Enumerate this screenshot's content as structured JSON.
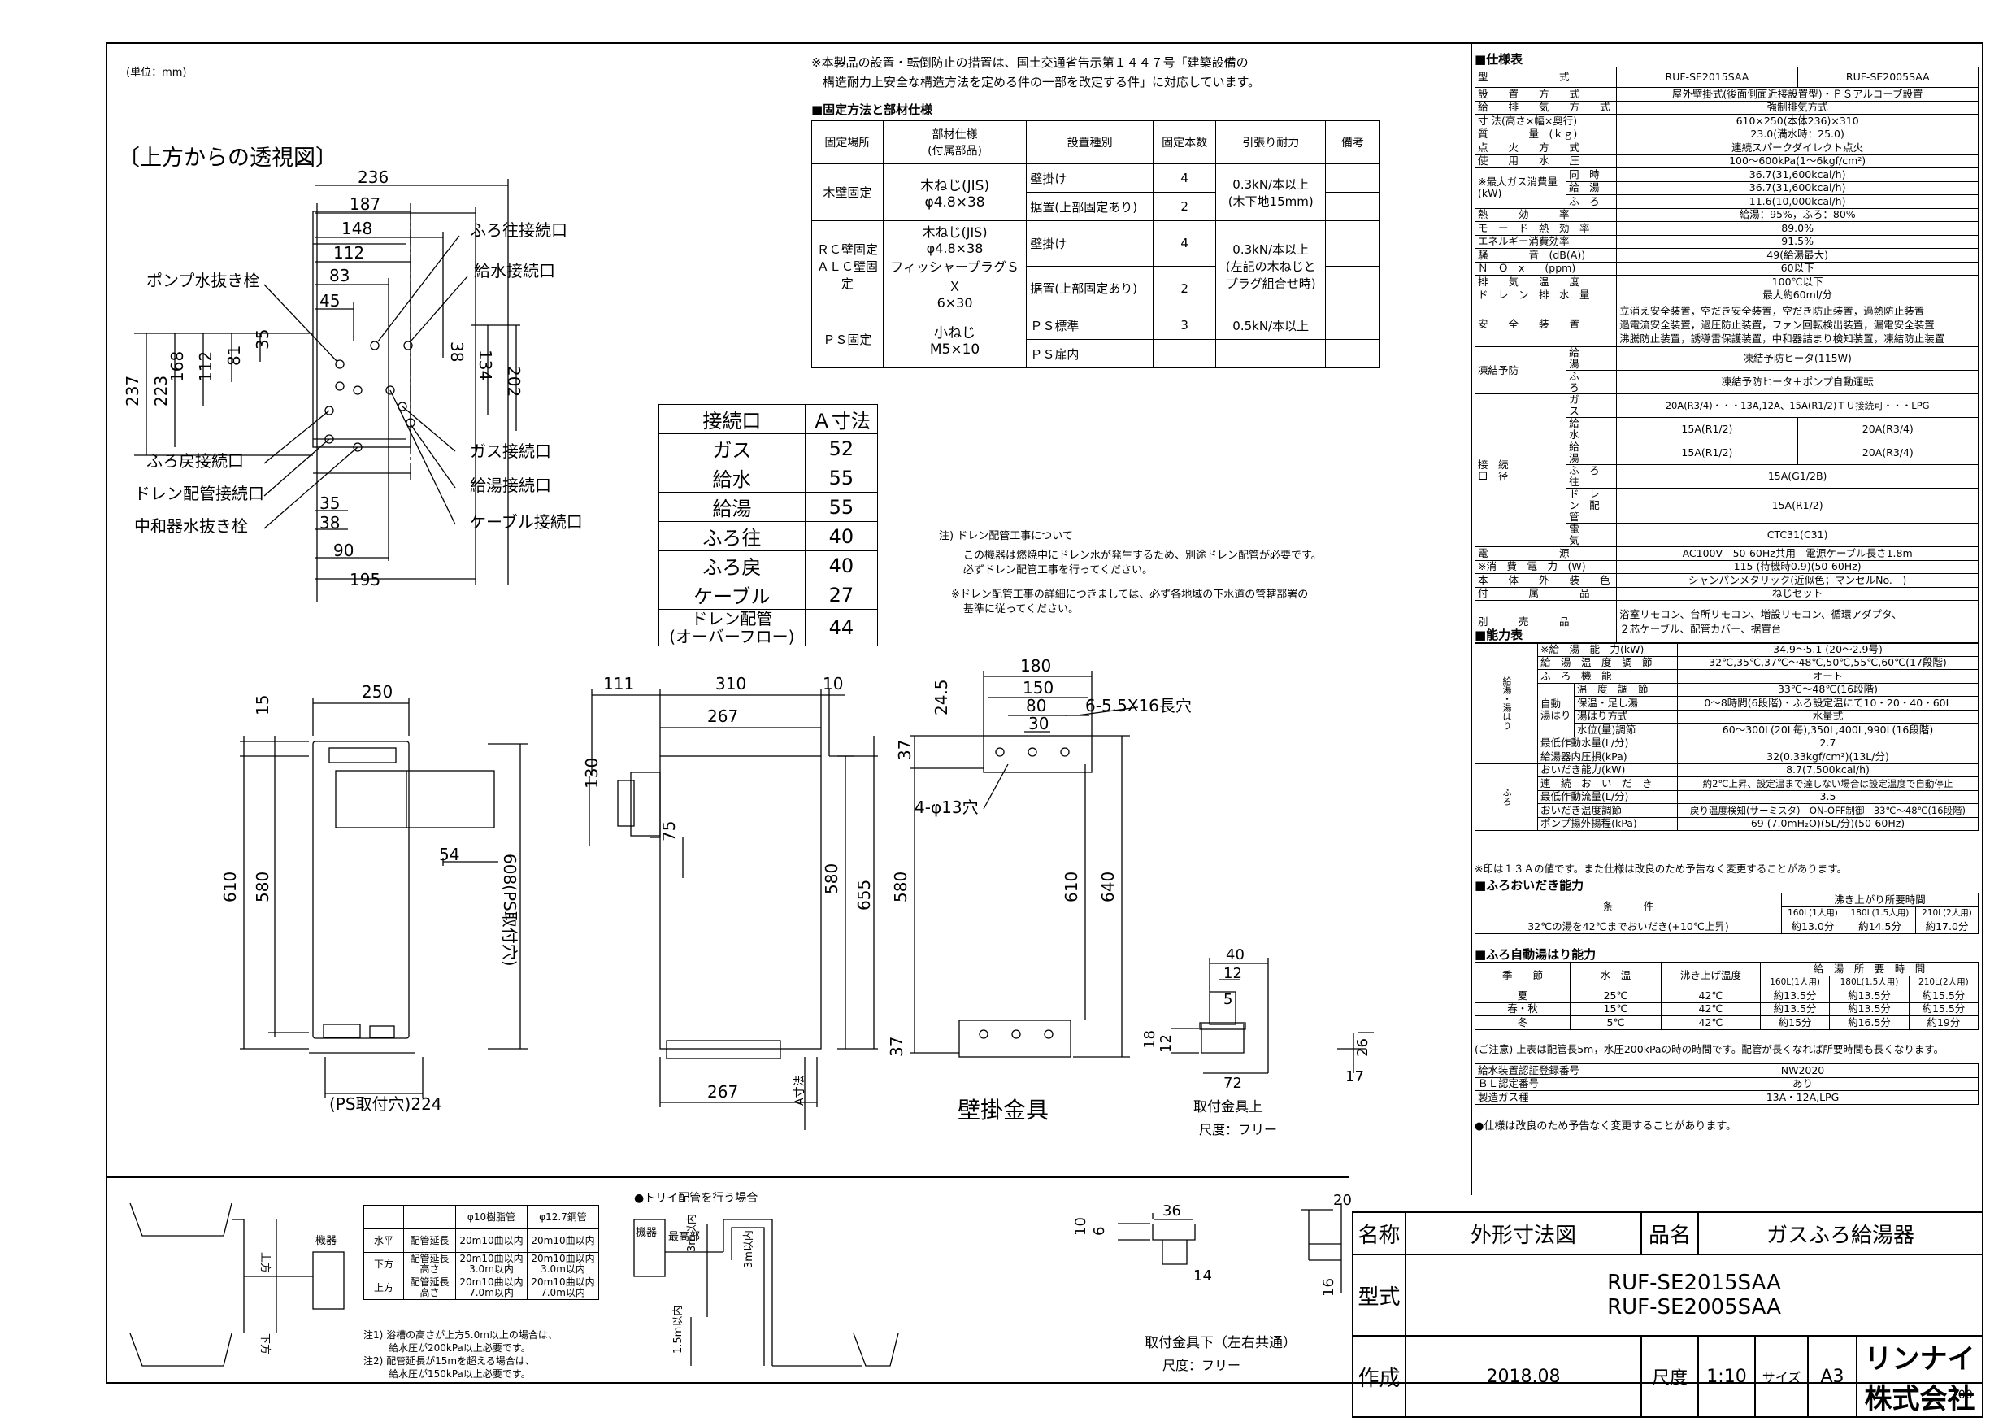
{
  "unit_note": "(単位：mm)",
  "view_label": "〔上方からの透視図〕",
  "top_note": [
    "※本製品の設置・転倒防止の措置は、国土交通省告示第１４４７号「建築設備の",
    "構造耐力上安全な構造方法を定める件の一部を改定する件」に対応しています。"
  ],
  "fixing_title": "■固定方法と部材仕様",
  "fixing_headers": [
    "固定場所",
    "部材仕様\n(付属部品)",
    "設置種別",
    "固定本数",
    "引張り耐力",
    "備考"
  ],
  "fixing_rows": [
    {
      "place": "木壁固定",
      "member": "木ねじ(JIS)\nφ4.8×38",
      "type": "壁掛け",
      "count": "4",
      "force": "0.3kN/本以上\n(木下地15mm)"
    },
    {
      "place": "",
      "member": "",
      "type": "据置(上部固定あり)",
      "count": "2",
      "force": ""
    },
    {
      "place": "ＲＣ壁固定\nＡＬＣ壁固定",
      "member": "木ねじ(JIS)\nφ4.8×38\nフィッシャープラグＳＸ\n6×30",
      "type": "壁掛け",
      "count": "4",
      "force": "0.3kN/本以上\n(左記の木ねじと\nプラグ組合せ時)"
    },
    {
      "place": "",
      "member": "",
      "type": "据置(上部固定あり)",
      "count": "2",
      "force": ""
    },
    {
      "place": "ＰＳ固定",
      "member": "小ねじ\nM5×10",
      "type": "ＰＳ標準",
      "count": "3",
      "force": "0.5kN/本以上"
    },
    {
      "place": "",
      "member": "",
      "type": "ＰＳ扉内",
      "count": "",
      "force": ""
    }
  ],
  "connection_headers": [
    "接続口",
    "Ａ寸法"
  ],
  "connection_rows": [
    [
      "ガス",
      "52"
    ],
    [
      "給水",
      "55"
    ],
    [
      "給湯",
      "55"
    ],
    [
      "ふろ往",
      "40"
    ],
    [
      "ふろ戻",
      "40"
    ],
    [
      "ケーブル",
      "27"
    ],
    [
      "ドレン配管\n(オーバーフロー)",
      "44"
    ]
  ],
  "drain_note": [
    "注) ドレン配管工事について",
    "この機器は燃焼中にドレン水が発生するため、別途ドレン配管が必要です。",
    "必ずドレン配管工事を行ってください。",
    "※ドレン配管工事の詳細につきましては、必ず各地域の下水道の管轄部署の",
    "基準に従ってください。"
  ],
  "top_view": {
    "labels": [
      "ふろ往接続口",
      "給水接続口",
      "ポンプ水抜き栓",
      "ふろ戻接続口",
      "ドレン配管接続口",
      "中和器水抜き栓",
      "ガス接続口",
      "給湯接続口",
      "ケーブル接続口"
    ],
    "dims": [
      "236",
      "187",
      "148",
      "112",
      "83",
      "45",
      "35",
      "81",
      "112",
      "168",
      "223",
      "237",
      "38",
      "134",
      "202",
      "35",
      "38",
      "90",
      "195"
    ]
  },
  "front_view": {
    "dims": [
      "250",
      "15",
      "54",
      "610",
      "580",
      "608(PS取付穴)",
      "(PS取付穴)224"
    ]
  },
  "side_view": {
    "dims": [
      "111",
      "310",
      "10",
      "267",
      "130",
      "75",
      "580",
      "655",
      "267",
      "A寸法"
    ]
  },
  "bracket_view": {
    "dims": [
      "180",
      "150",
      "80",
      "30",
      "24.5",
      "37",
      "6-5.5X16長穴",
      "4-φ13穴",
      "580",
      "610",
      "640",
      "37"
    ],
    "label": "壁掛金具"
  },
  "upper_fitting": {
    "dims": [
      "40",
      "12",
      "5",
      "18",
      "12",
      "72",
      "26",
      "17"
    ],
    "label": "取付金具上",
    "scale": "尺度：フリー"
  },
  "lower_fitting": {
    "dims": [
      "36",
      "10",
      "6",
      "14",
      "20",
      "16"
    ],
    "label": "取付金具下（左右共通）",
    "scale": "尺度：フリー"
  },
  "pipe_table": {
    "headers": [
      "",
      "",
      "φ10樹脂管",
      "φ12.7銅管"
    ],
    "rows": [
      [
        "水平",
        "配管延長",
        "20m10曲以内",
        "20m10曲以内"
      ],
      [
        "下方",
        "配管延長\n高さ",
        "20m10曲以内\n3.0m以内",
        "20m10曲以内\n3.0m以内"
      ],
      [
        "上方",
        "配管延長\n高さ",
        "20m10曲以内\n7.0m以内",
        "20m10曲以内\n7.0m以内"
      ]
    ],
    "notes": [
      "注1) 浴槽の高さが上方5.0m以上の場合は、",
      "給水圧が200kPa以上必要です。",
      "注2) 配管延長が15mを超える場合は、",
      "給水圧が150kPa以上必要です。"
    ]
  },
  "schematic": {
    "labels": [
      "機器",
      "上方",
      "下方"
    ],
    "trap_title": "●トリイ配管を行う場合",
    "trap_labels": [
      "機器",
      "最高部",
      "3m以内",
      "1.5m以内",
      "3m以内"
    ]
  },
  "spec": {
    "title": "■仕様表",
    "model_label": "型　　　　　　　式",
    "models": [
      "RUF-SE2015SAA",
      "RUF-SE2005SAA"
    ],
    "rows": [
      [
        "設　　置　　方　　式",
        "屋外壁掛式(後面側面近接設置型)・ＰＳアルコーブ設置"
      ],
      [
        "給　　排　　気　　方　　式",
        "強制排気方式"
      ],
      [
        "寸 法(高さ×幅×奥行)",
        "610×250(本体236)×310"
      ],
      [
        "質　　　　量　(ｋｇ)",
        "23.0(満水時：25.0)"
      ],
      [
        "点　　火　　方　　式",
        "連続スパークダイレクト点火"
      ],
      [
        "使　　用　　水　　圧",
        "100～600kPa(1～6kgf/cm²)"
      ]
    ],
    "gas_label": "※最大ガス消費量\n(kW)",
    "gas_rows": [
      [
        "同　時",
        "36.7(31,600kcal/h)"
      ],
      [
        "給　湯",
        "36.7(31,600kcal/h)"
      ],
      [
        "ふ　ろ",
        "11.6(10,000kcal/h)"
      ]
    ],
    "rows2": [
      [
        "熱　　　効　　　率",
        "給湯：95%，ふろ：80%"
      ],
      [
        "モ　ー　ド　熱　効　率",
        "89.0%"
      ],
      [
        "エネルギー消費効率",
        "91.5%"
      ],
      [
        "騒　　　　音　(dB(A))",
        "49(給湯最大)"
      ],
      [
        "Ｎ　Ｏ　x　　(ppm)",
        "60以下"
      ],
      [
        "排　　気　　温　　度",
        "100℃以下"
      ],
      [
        "ド　レ　ン　排　水　量",
        "最大約60ml/分"
      ]
    ],
    "safety_label": "安　　全　　装　　置",
    "safety_lines": [
      "立消え安全装置，空だき安全装置，空だき防止装置，過熱防止装置",
      "過電流安全装置，過圧防止装置，ファン回転検出装置，漏電安全装置",
      "沸騰防止装置，誘導雷保護装置，中和器詰まり検知装置，凍結防止装置"
    ],
    "freeze_label": "凍結予防",
    "freeze_rows": [
      [
        "給　　　湯",
        "凍結予防ヒータ(115W)"
      ],
      [
        "ふ　　　ろ",
        "凍結予防ヒータ＋ポンプ自動運転"
      ]
    ],
    "conn_label": "接　続\n口　径",
    "conn_rows": [
      {
        "k": "ガ　　　ス",
        "a": "20A(R3/4)・・・13A,12A、15A(R1/2)ＴＵ接続可・・・LPG",
        "b": ""
      },
      {
        "k": "給　　　水",
        "a": "15A(R1/2)",
        "b": "20A(R3/4)"
      },
      {
        "k": "給　　　湯",
        "a": "15A(R1/2)",
        "b": "20A(R3/4)"
      },
      {
        "k": "ふ　ろ　往",
        "a": "15A(G1/2B)",
        "b": ""
      },
      {
        "k": "ド　レ　ン　配　管",
        "a": "15A(R1/2)",
        "b": ""
      },
      {
        "k": "電　　　気",
        "a": "CTC31(C31)",
        "b": ""
      }
    ],
    "rows3": [
      [
        "電　　　　　　　源",
        "AC100V　50-60Hz共用　電源ケーブル長さ1.8m"
      ],
      [
        "※消　費　電　力　(W)",
        "115 (待機時0.9)(50-60Hz)"
      ],
      [
        "本　　体　　外　　装　　色",
        "シャンパンメタリック(近似色；マンセルNo.－)"
      ],
      [
        "付　　　　属　　　　品",
        "ねじセット"
      ]
    ],
    "sold_label": "別　　　売　　　品",
    "sold_lines": [
      "浴室リモコン、台所リモコン、増設リモコン、循環アダプタ、",
      "２芯ケーブル、配管カバー、据置台"
    ]
  },
  "performance": {
    "title": "■能力表",
    "rows": [
      [
        "※給　湯　能　力(kW)",
        "34.9～5.1 (20～2.9号)"
      ],
      [
        "給　湯　温　度　調　節",
        "32℃,35℃,37℃～48℃,50℃,55℃,60℃(17段階)"
      ],
      [
        "ふ　ろ　機　能",
        "オート"
      ]
    ],
    "auto_label": "自動\n湯はり",
    "auto_rows": [
      [
        "温　度　調　節",
        "33℃～48℃(16段階)"
      ],
      [
        "保温・足し湯",
        "0～8時間(6段階)・ふろ設定温にて10・20・40・60L"
      ],
      [
        "湯はり方式",
        "水量式"
      ],
      [
        "水位(量)調節",
        "60～300L(20L毎),350L,400L,990L(16段階)"
      ]
    ],
    "rows_b": [
      [
        "最低作動水量(L/分)",
        "2.7"
      ],
      [
        "給湯器内圧損(kPa)",
        "32(0.33kgf/cm²)(13L/分)"
      ]
    ],
    "side_label_1": "給湯・湯はり",
    "side_label_2": "ふろ",
    "furo_rows": [
      [
        "おいだき能力(kW)",
        "8.7(7,500kcal/h)"
      ],
      [
        "連　続　お　い　だ　き",
        "約2℃上昇、設定温まで達しない場合は設定温度で自動停止"
      ],
      [
        "最低作動流量(L/分)",
        "3.5"
      ],
      [
        "おいだき温度調節",
        "戻り温度検知(サーミスタ)　ON-OFF制御　33℃～48℃(16段階)"
      ],
      [
        "ポンプ揚外揚程(kPa)",
        "69 (7.0mH₂O)(5L/分)(50-60Hz)"
      ]
    ],
    "note": "※印は１３Ａの値です。また仕様は改良のため予告なく変更することがあります。"
  },
  "reheat": {
    "title": "■ふろおいだき能力",
    "head": [
      "条　　　件",
      "沸き上がり所要時間"
    ],
    "sub": [
      "160L(1人用)",
      "180L(1.5人用)",
      "210L(2人用)"
    ],
    "row": [
      "32℃の湯を42℃までおいだき(+10℃上昇)",
      "約13.0分",
      "約14.5分",
      "約17.0分"
    ]
  },
  "autofill": {
    "title": "■ふろ自動湯はり能力",
    "head": [
      "季　　節",
      "水　温",
      "沸き上げ温度",
      "給　湯　所　要　時　間"
    ],
    "sub": [
      "160L(1人用)",
      "180L(1.5人用)",
      "210L(2人用)"
    ],
    "rows": [
      [
        "夏",
        "25℃",
        "42℃",
        "約13.5分",
        "約13.5分",
        "約15.5分"
      ],
      [
        "春・秋",
        "15℃",
        "42℃",
        "約13.5分",
        "約13.5分",
        "約15.5分"
      ],
      [
        "冬",
        "5℃",
        "42℃",
        "約15分",
        "約16.5分",
        "約19分"
      ]
    ],
    "note": "(ご注意) 上表は配管長5m，水圧200kPaの時の時間です。配管が長くなれば所要時間も長くなります。"
  },
  "cert": {
    "rows": [
      [
        "給水装置認証登録番号",
        "NW2020"
      ],
      [
        "ＢＬ認定番号",
        "あり"
      ],
      [
        "製造ガス種",
        "13A・12A,LPG"
      ]
    ],
    "note": "●仕様は改良のため予告なく変更することがあります。"
  },
  "titleblock": {
    "name_label": "名称",
    "name": "外形寸法図",
    "product_label": "品名",
    "product": "ガスふろ給湯器",
    "model_label": "型式",
    "models": [
      "RUF-SE2015SAA",
      "RUF-SE2005SAA"
    ],
    "made_label": "作成",
    "date": "2018.08",
    "scale_label": "尺度",
    "scale": "1:10",
    "size_label": "サイズ",
    "size": "A3",
    "company": "リンナイ株式会社"
  },
  "page_number": "100"
}
